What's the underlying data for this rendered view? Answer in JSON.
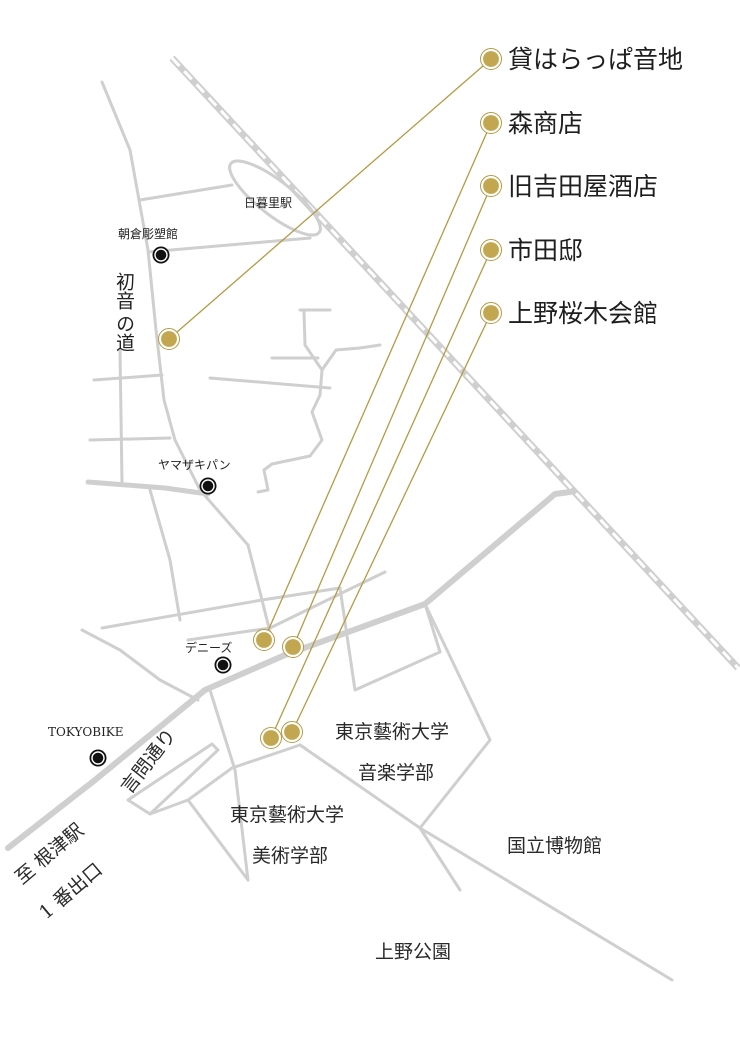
{
  "colors": {
    "accent_gold": "#c2a650",
    "road_gray": "#cfcfcf",
    "text": "#222222"
  },
  "legend": {
    "items": [
      {
        "label": "貸はらっぱ音地"
      },
      {
        "label": "森商店"
      },
      {
        "label": "旧吉田屋酒店"
      },
      {
        "label": "市田邸"
      },
      {
        "label": "上野桜木会館"
      }
    ]
  },
  "stations": {
    "nippori": "日暮里駅"
  },
  "poi": {
    "asakura": "朝倉彫塑館",
    "yamazaki": "ヤマザキパン",
    "dennys": "デニーズ",
    "tokyobike": "TOKYOBIKE"
  },
  "streets": {
    "hatsune_col1": "初音",
    "hatsune_col2": "の道",
    "kototoi": "言問通り"
  },
  "areas": {
    "geidai_music_1": "東京藝術大学",
    "geidai_music_2": "音楽学部",
    "geidai_art_1": "東京藝術大学",
    "geidai_art_2": "美術学部",
    "museum": "国立博物館",
    "ueno_park": "上野公園"
  },
  "direction": {
    "line1": "至 根津駅",
    "line2": "1 番出口"
  }
}
